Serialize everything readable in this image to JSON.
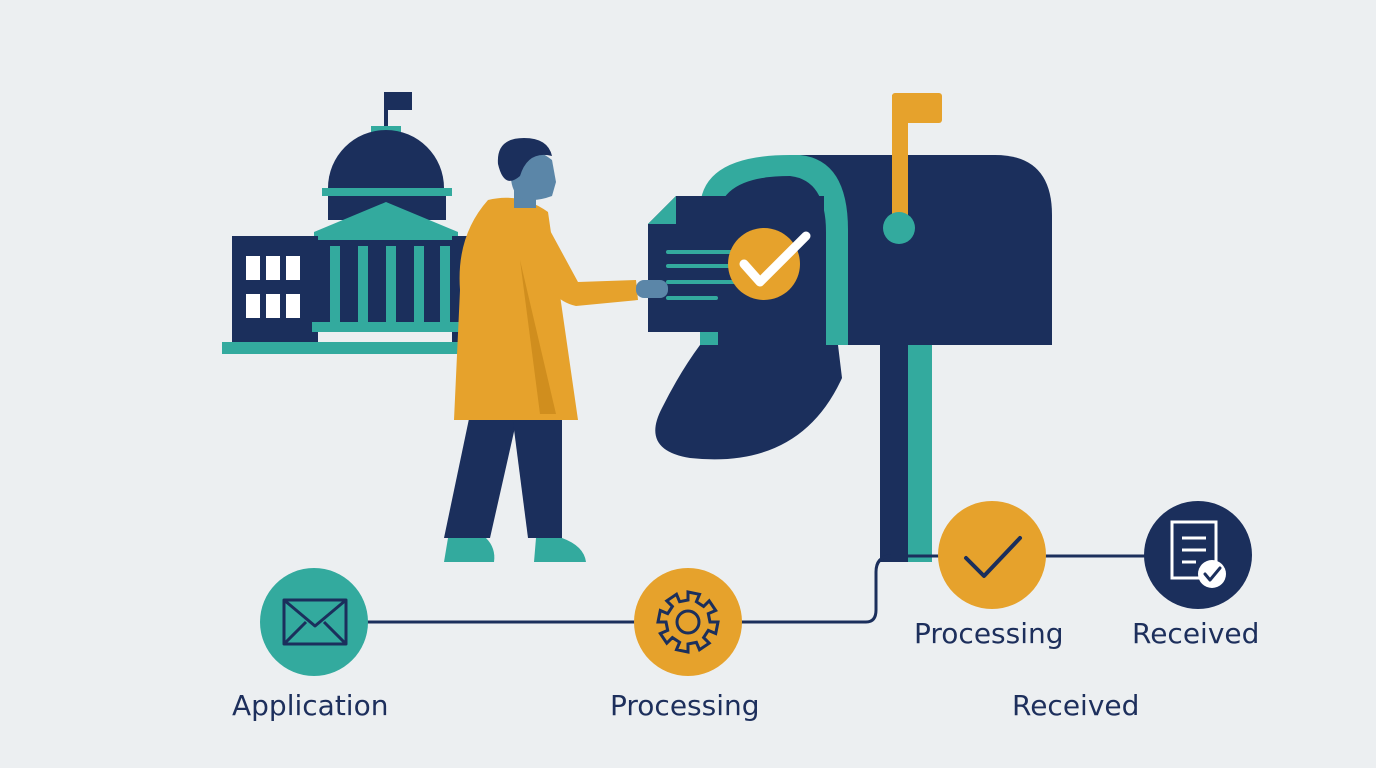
{
  "colors": {
    "background": "#eceff1",
    "navy": "#1b2f5c",
    "teal": "#33aa9e",
    "orange": "#e6a22c",
    "white": "#ffffff"
  },
  "steps": [
    {
      "label": "Application",
      "icon": "envelope-icon",
      "color": "#33aa9e"
    },
    {
      "label": "Processing",
      "icon": "gear-icon",
      "color": "#e6a22c"
    },
    {
      "label": "Processing",
      "icon": "checkmark-icon",
      "color": "#e6a22c"
    },
    {
      "label": "Received",
      "icon": "document-check-icon",
      "color": "#1b2f5c"
    }
  ],
  "extra_label": "Received",
  "illustration": {
    "building": "government-building-icon",
    "person": "person-figure",
    "mailbox": "mailbox-icon",
    "document": "approved-document-icon"
  }
}
